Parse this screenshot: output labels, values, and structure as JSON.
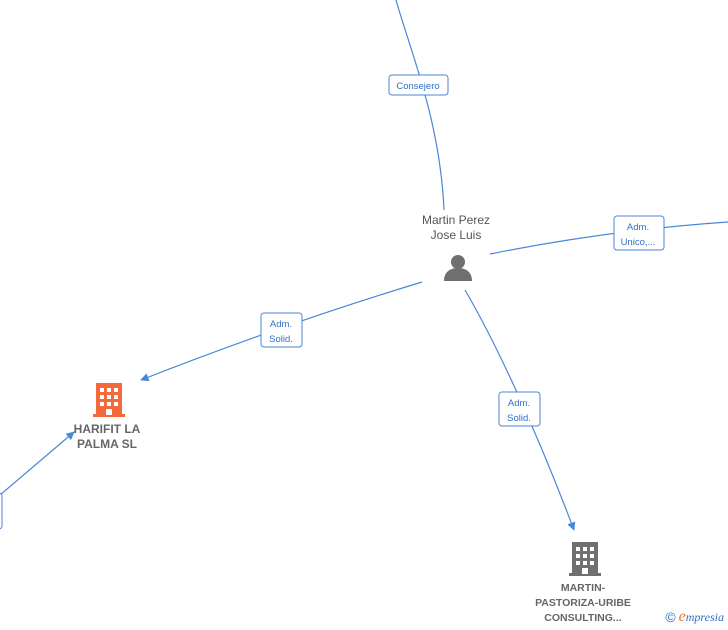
{
  "nodes": {
    "person": {
      "name_line1": "Martin Perez",
      "name_line2": "Jose Luis",
      "icon": "person-icon",
      "color": "#707070"
    },
    "harifit": {
      "name_line1": "HARIFIT LA",
      "name_line2": "PALMA  SL",
      "icon": "building-icon",
      "color": "#f26a3c"
    },
    "martin_pastoriza": {
      "name_line1": "MARTIN-",
      "name_line2": "PASTORIZA-URIBE",
      "name_line3": "CONSULTING...",
      "icon": "building-icon",
      "color": "#707070"
    }
  },
  "edges": {
    "consejero": {
      "label": "Consejero"
    },
    "adm_unico": {
      "label_line1": "Adm.",
      "label_line2": "Unico,..."
    },
    "adm_solid_harifit": {
      "label_line1": "Adm.",
      "label_line2": "Solid."
    },
    "adm_solid_martin": {
      "label_line1": "Adm.",
      "label_line2": "Solid."
    }
  },
  "colors": {
    "edge": "#4a86d8",
    "label_text": "#2f6fc9",
    "brand_orange": "#f07a1a"
  },
  "watermark": {
    "copyright": "©",
    "brand_initial": "e",
    "brand_rest": "mpresia"
  }
}
